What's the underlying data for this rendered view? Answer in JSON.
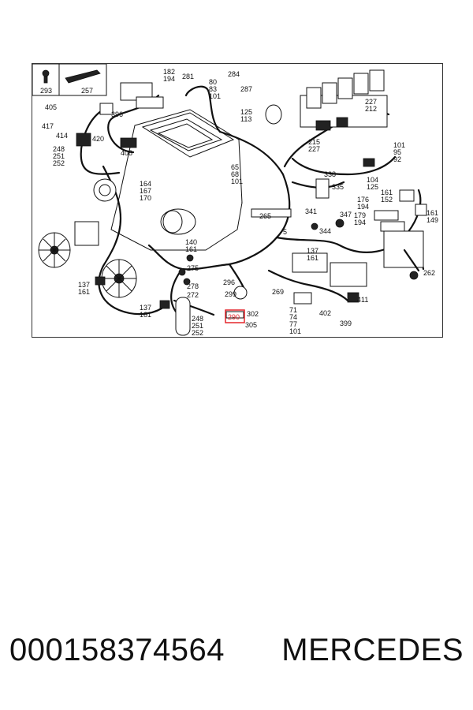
{
  "diagram": {
    "labels": {
      "l293": "293",
      "l257": "257",
      "l182": "182",
      "l194a": "194",
      "l281": "281",
      "l80": "80",
      "l83": "83",
      "l101a": "101",
      "l284": "284",
      "l287": "287",
      "l405": "405",
      "l396": "396",
      "l417": "417",
      "l414": "414",
      "l420": "420",
      "l248a": "248",
      "l251a": "251",
      "l252a": "252",
      "l408": "408",
      "l125a": "125",
      "l113": "113",
      "l227a": "227",
      "l212": "212",
      "l215": "215",
      "l227b": "227",
      "l101b": "101",
      "l95": "95",
      "l92": "92",
      "l65": "65",
      "l68": "68",
      "l101c": "101",
      "l338": "338",
      "l104": "104",
      "l125b": "125",
      "l164": "164",
      "l167": "167",
      "l170": "170",
      "l335": "335",
      "l176": "176",
      "l194b": "194",
      "l161a": "161",
      "l152": "152",
      "l341": "341",
      "l347": "347",
      "l179": "179",
      "l194c": "194",
      "l161b": "161",
      "l149": "149",
      "l265": "265",
      "l344": "344",
      "l5": "5",
      "l140": "140",
      "l161c": "161",
      "l275": "275",
      "l137a": "137",
      "l161d": "161",
      "l296": "296",
      "l278": "278",
      "l272": "272",
      "l299": "299",
      "l269": "269",
      "l137b": "137",
      "l161e": "161",
      "l262": "262",
      "l137c": "137",
      "l161f": "161",
      "l411": "411",
      "l248b": "248",
      "l251b": "251",
      "l252b": "252",
      "l290": "290",
      "l302": "302",
      "l305": "305",
      "l71": "71",
      "l74": "74",
      "l77": "77",
      "l101d": "101",
      "l402": "402",
      "l399": "399"
    },
    "highlight_color": "#e4252b"
  },
  "footer": {
    "part_number": "000158374564",
    "brand": "MERCEDES"
  }
}
